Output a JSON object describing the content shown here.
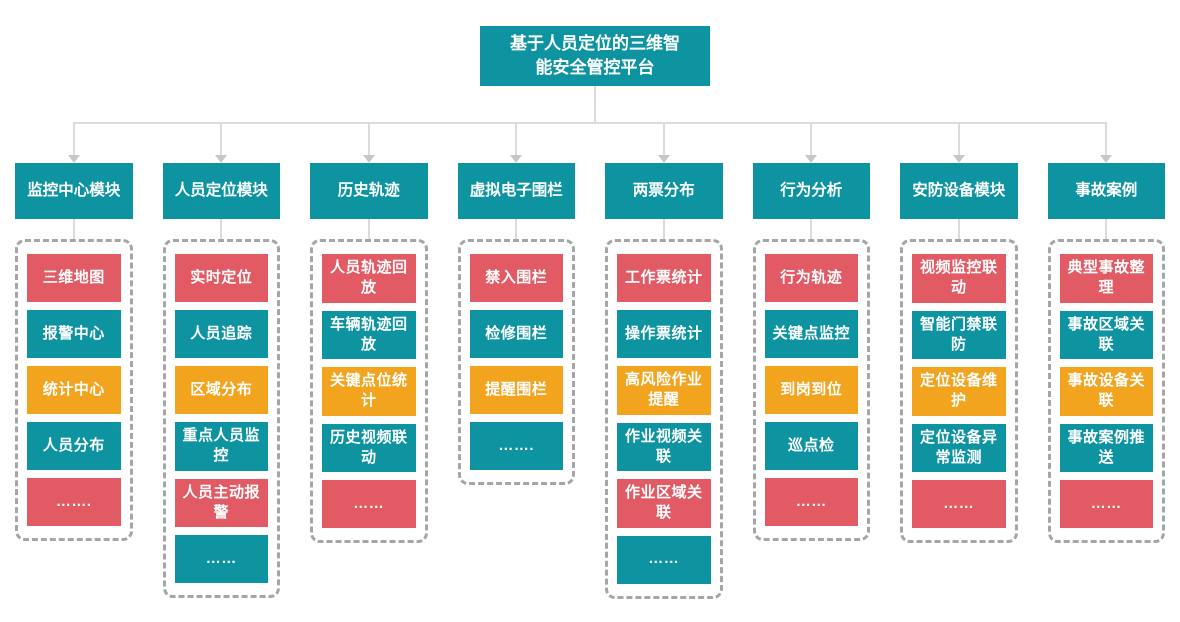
{
  "title": "基于人员定位的三维智能安全管控平台",
  "colors": {
    "teal": "#0E93A1",
    "red": "#E15A64",
    "orange": "#F2A41F",
    "connector_line": "#DBDBDB",
    "arrow": "#C6C6C6",
    "dashed_border": "#A6A6A6",
    "background": "#FFFFFF",
    "text": "#FFFFFF"
  },
  "columns": [
    {
      "header": "监控中心模块",
      "items": [
        {
          "label": "三维地图",
          "color": "red"
        },
        {
          "label": "报警中心",
          "color": "teal"
        },
        {
          "label": "统计中心",
          "color": "orange"
        },
        {
          "label": "人员分布",
          "color": "teal"
        },
        {
          "label": "…….",
          "color": "red"
        }
      ]
    },
    {
      "header": "人员定位模块",
      "items": [
        {
          "label": "实时定位",
          "color": "red"
        },
        {
          "label": "人员追踪",
          "color": "teal"
        },
        {
          "label": "区域分布",
          "color": "orange"
        },
        {
          "label": "重点人员监控",
          "color": "teal"
        },
        {
          "label": "人员主动报警",
          "color": "red"
        },
        {
          "label": "……",
          "color": "teal"
        }
      ]
    },
    {
      "header": "历史轨迹",
      "items": [
        {
          "label": "人员轨迹回放",
          "color": "red"
        },
        {
          "label": "车辆轨迹回放",
          "color": "teal"
        },
        {
          "label": "关键点位统计",
          "color": "orange"
        },
        {
          "label": "历史视频联动",
          "color": "teal"
        },
        {
          "label": "……",
          "color": "red"
        }
      ]
    },
    {
      "header": "虚拟电子围栏",
      "items": [
        {
          "label": "禁入围栏",
          "color": "red"
        },
        {
          "label": "检修围栏",
          "color": "teal"
        },
        {
          "label": "提醒围栏",
          "color": "orange"
        },
        {
          "label": "…….",
          "color": "teal"
        }
      ]
    },
    {
      "header": "两票分布",
      "items": [
        {
          "label": "工作票统计",
          "color": "red"
        },
        {
          "label": "操作票统计",
          "color": "teal"
        },
        {
          "label": "高风险作业提醒",
          "color": "orange"
        },
        {
          "label": "作业视频关联",
          "color": "teal"
        },
        {
          "label": "作业区域关联",
          "color": "red"
        },
        {
          "label": "……",
          "color": "teal"
        }
      ]
    },
    {
      "header": "行为分析",
      "items": [
        {
          "label": "行为轨迹",
          "color": "red"
        },
        {
          "label": "关键点监控",
          "color": "teal"
        },
        {
          "label": "到岗到位",
          "color": "orange"
        },
        {
          "label": "巡点检",
          "color": "teal"
        },
        {
          "label": "……",
          "color": "red"
        }
      ]
    },
    {
      "header": "安防设备模块",
      "items": [
        {
          "label": "视频监控联动",
          "color": "red"
        },
        {
          "label": "智能门禁联防",
          "color": "teal"
        },
        {
          "label": "定位设备维护",
          "color": "orange"
        },
        {
          "label": "定位设备异常监测",
          "color": "teal"
        },
        {
          "label": "……",
          "color": "red"
        }
      ]
    },
    {
      "header": "事故案例",
      "items": [
        {
          "label": "典型事故整理",
          "color": "red"
        },
        {
          "label": "事故区域关联",
          "color": "teal"
        },
        {
          "label": "事故设备关联",
          "color": "orange"
        },
        {
          "label": "事故案例推送",
          "color": "teal"
        },
        {
          "label": "……",
          "color": "red"
        }
      ]
    }
  ]
}
